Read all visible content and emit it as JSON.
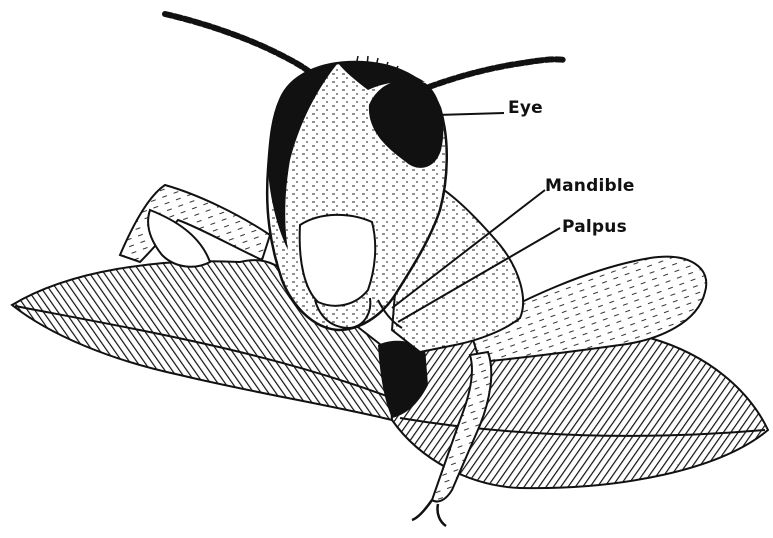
{
  "diagram": {
    "labels": {
      "eye": "Eye",
      "mandible": "Mandible",
      "palpus": "Palpus"
    },
    "colors": {
      "ink": "#111111",
      "paper": "#ffffff"
    }
  }
}
